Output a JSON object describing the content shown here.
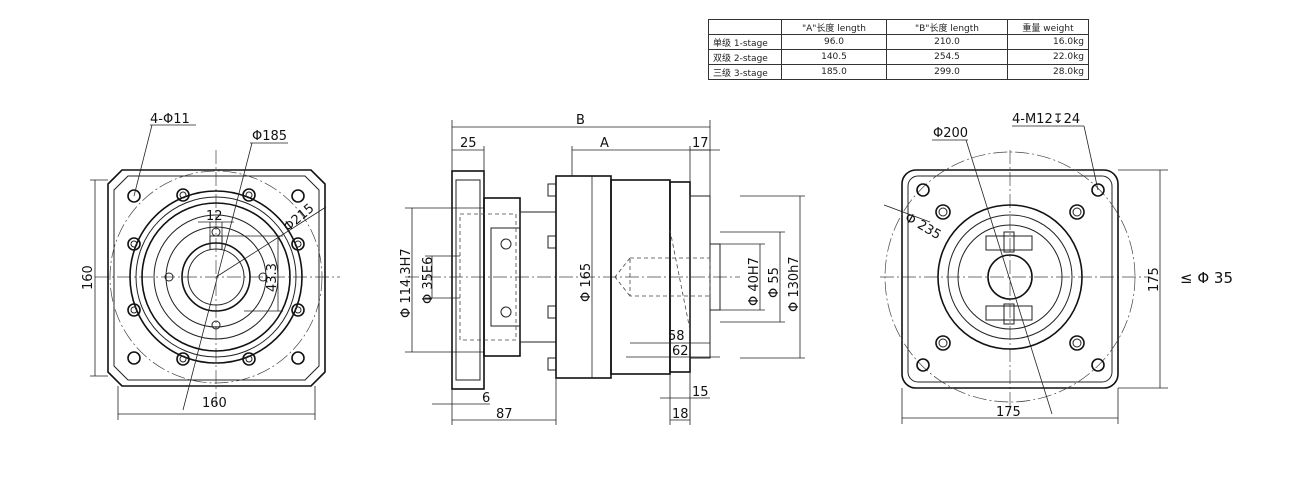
{
  "table": {
    "headers": [
      "",
      "\"A\"长度 length",
      "\"B\"长度  length",
      "重量 weight"
    ],
    "rows": [
      [
        "单级 1-stage",
        "96.0",
        "210.0",
        "16.0kg"
      ],
      [
        "双级 2-stage",
        "140.5",
        "254.5",
        "22.0kg"
      ],
      [
        "三级 3-stage",
        "185.0",
        "299.0",
        "28.0kg"
      ]
    ]
  },
  "front_view": {
    "holes": "4-Φ11",
    "pcd": "Φ185",
    "width": "160",
    "height": "160",
    "keyway": "12",
    "key_height": "43.3",
    "diag": "Φ215"
  },
  "side_view": {
    "total_length": "B",
    "body_length": "A",
    "flange_thk": "25",
    "pilot_len": "17",
    "bore": "Φ 114.3H7",
    "bore_small": "Φ 35E6",
    "body_dia": "Φ 165",
    "shaft_dia": "Φ 40H7",
    "shaft_dia2": "Φ 55",
    "pilot_dia": "Φ 130h7",
    "shaft_len": "58",
    "shaft_len2": "62",
    "dim_6": "6",
    "dim_87": "87",
    "dim_15": "15",
    "dim_18": "18"
  },
  "rear_view": {
    "pcd": "Φ200",
    "threads": "4-M12↧24",
    "diag": "Φ 235",
    "width": "175",
    "height": "175",
    "motor_shaft": "≤ Φ 35"
  }
}
